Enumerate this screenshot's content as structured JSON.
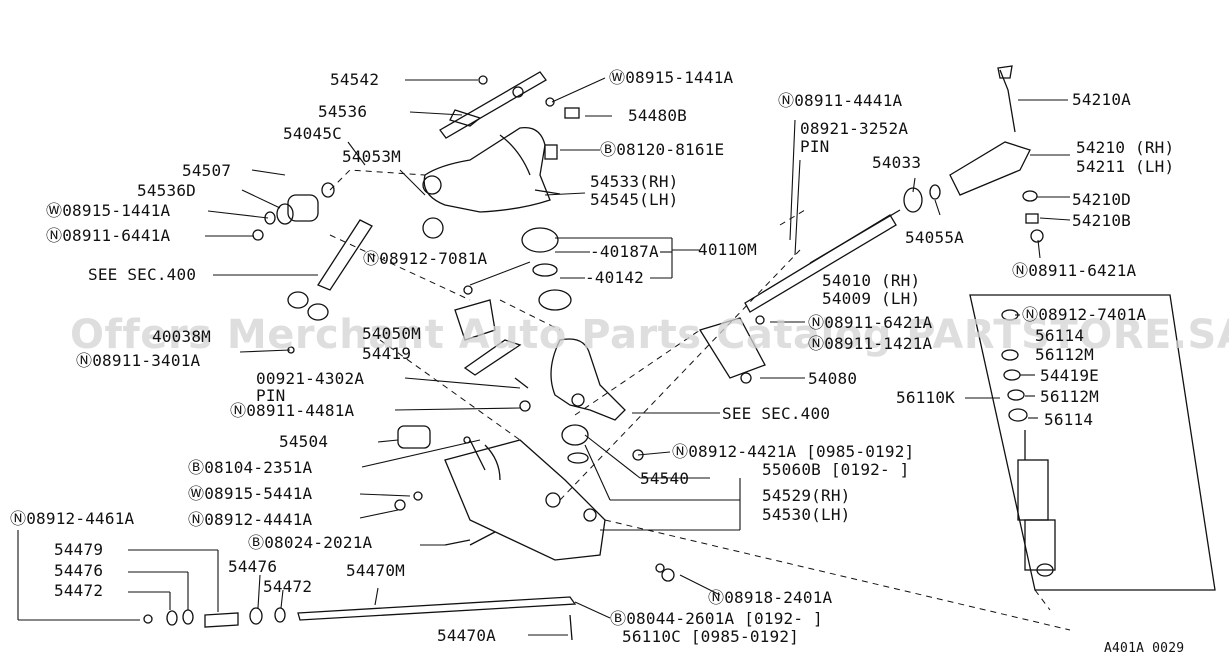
{
  "watermark": "Offers Merchant Auto Parts Catalog PARTSTORE.SA",
  "diagram_code": "A401A 0029",
  "labels": [
    {
      "id": "l54542",
      "text": "54542"
    },
    {
      "id": "l08915a",
      "text": "Ⓦ08915-1441A"
    },
    {
      "id": "l54536",
      "text": "54536"
    },
    {
      "id": "l54480b",
      "text": "54480B"
    },
    {
      "id": "l54045c",
      "text": "54045C"
    },
    {
      "id": "l08120",
      "text": "Ⓑ08120-8161E"
    },
    {
      "id": "l54053m",
      "text": "54053M"
    },
    {
      "id": "l54507",
      "text": "54507"
    },
    {
      "id": "l54533",
      "text": "54533(RH)"
    },
    {
      "id": "l54545",
      "text": "54545(LH)"
    },
    {
      "id": "l54536d",
      "text": "54536D"
    },
    {
      "id": "l08915b",
      "text": "Ⓦ08915-1441A"
    },
    {
      "id": "l08911a",
      "text": "Ⓝ08911-6441A"
    },
    {
      "id": "l40187",
      "text": "-40187A"
    },
    {
      "id": "l40110",
      "text": "40110M"
    },
    {
      "id": "lsee400a",
      "text": "SEE SEC.400"
    },
    {
      "id": "l08912a",
      "text": "Ⓝ08912-7081A"
    },
    {
      "id": "l40142",
      "text": "-40142"
    },
    {
      "id": "l08911b",
      "text": "Ⓝ08911-4441A"
    },
    {
      "id": "l08921",
      "text": "08921-3252A"
    },
    {
      "id": "lpin1",
      "text": "PIN"
    },
    {
      "id": "l54033",
      "text": "54033"
    },
    {
      "id": "l54055a",
      "text": "54055A"
    },
    {
      "id": "l54010",
      "text": "54010 (RH)"
    },
    {
      "id": "l54009",
      "text": "54009 (LH)"
    },
    {
      "id": "l54210a",
      "text": "54210A"
    },
    {
      "id": "l54210",
      "text": "54210 (RH)"
    },
    {
      "id": "l54211",
      "text": "54211 (LH)"
    },
    {
      "id": "l54210d",
      "text": "54210D"
    },
    {
      "id": "l54210b",
      "text": "54210B"
    },
    {
      "id": "l08911c",
      "text": "Ⓝ08911-6421A"
    },
    {
      "id": "l08912b",
      "text": "Ⓝ08912-7401A"
    },
    {
      "id": "l56114a",
      "text": "56114"
    },
    {
      "id": "l56112a",
      "text": "56112M"
    },
    {
      "id": "l54419e",
      "text": "54419E"
    },
    {
      "id": "l56110k",
      "text": "56110K"
    },
    {
      "id": "l56112b",
      "text": "56112M"
    },
    {
      "id": "l56114b",
      "text": "56114"
    },
    {
      "id": "l40038",
      "text": "40038M"
    },
    {
      "id": "l54050",
      "text": "54050M"
    },
    {
      "id": "l08911d",
      "text": "Ⓝ08911-3401A"
    },
    {
      "id": "l54419",
      "text": "54419"
    },
    {
      "id": "l08911e",
      "text": "Ⓝ08911-6421A"
    },
    {
      "id": "l08911f",
      "text": "Ⓝ08911-1421A"
    },
    {
      "id": "l00921",
      "text": "00921-4302A"
    },
    {
      "id": "lpin2",
      "text": "PIN"
    },
    {
      "id": "l54080",
      "text": "54080"
    },
    {
      "id": "l08911g",
      "text": "Ⓝ08911-4481A"
    },
    {
      "id": "lsee400b",
      "text": "SEE SEC.400"
    },
    {
      "id": "l54504",
      "text": "54504"
    },
    {
      "id": "l08912c",
      "text": "Ⓝ08912-4421A [0985-0192]"
    },
    {
      "id": "l55060b",
      "text": "55060B [0192-      ]"
    },
    {
      "id": "l08104",
      "text": "Ⓑ08104-2351A"
    },
    {
      "id": "l54540",
      "text": "54540"
    },
    {
      "id": "l08915c",
      "text": "Ⓦ08915-5441A"
    },
    {
      "id": "l54529",
      "text": "54529(RH)"
    },
    {
      "id": "l08912d",
      "text": "Ⓝ08912-4461A"
    },
    {
      "id": "l08912e",
      "text": "Ⓝ08912-4441A"
    },
    {
      "id": "l54530",
      "text": "54530(LH)"
    },
    {
      "id": "l08024",
      "text": "Ⓑ08024-2021A"
    },
    {
      "id": "l54479",
      "text": "54479"
    },
    {
      "id": "l54476a",
      "text": "54476"
    },
    {
      "id": "l54476b",
      "text": "54476"
    },
    {
      "id": "l54470m",
      "text": "54470M"
    },
    {
      "id": "l54472a",
      "text": "54472"
    },
    {
      "id": "l54472b",
      "text": "54472"
    },
    {
      "id": "l08918",
      "text": "Ⓝ08918-2401A"
    },
    {
      "id": "l08044",
      "text": "Ⓑ08044-2601A [0192-      ]"
    },
    {
      "id": "l56110c",
      "text": "56110C [0985-0192]"
    },
    {
      "id": "l54470a",
      "text": "54470A"
    }
  ]
}
